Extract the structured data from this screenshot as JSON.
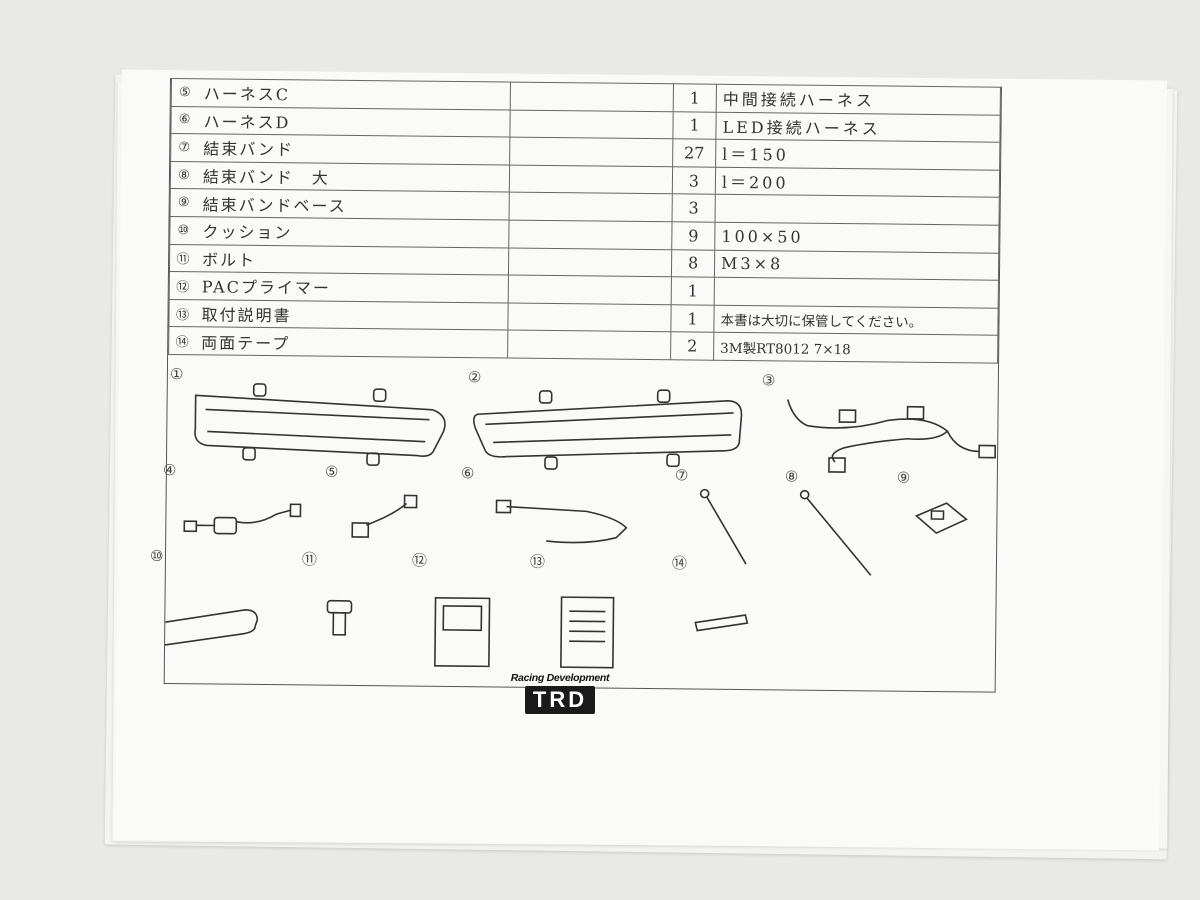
{
  "parts_table": {
    "rows": [
      {
        "no": "⑤",
        "name": "ハーネスC",
        "qty": "1",
        "note": "中間接続ハーネス"
      },
      {
        "no": "⑥",
        "name": "ハーネスD",
        "qty": "1",
        "note": "LED接続ハーネス"
      },
      {
        "no": "⑦",
        "name": "結束バンド",
        "qty": "27",
        "note": "l＝150"
      },
      {
        "no": "⑧",
        "name": "結束バンド　大",
        "qty": "3",
        "note": "l＝200"
      },
      {
        "no": "⑨",
        "name": "結束バンドベース",
        "qty": "3",
        "note": ""
      },
      {
        "no": "⑩",
        "name": "クッション",
        "qty": "9",
        "note": "100×50"
      },
      {
        "no": "⑪",
        "name": "ボルト",
        "qty": "8",
        "note": "M3×8"
      },
      {
        "no": "⑫",
        "name": "PACプライマー",
        "qty": "1",
        "note": ""
      },
      {
        "no": "⑬",
        "name": "取付説明書",
        "qty": "1",
        "note": "本書は大切に保管してください。"
      },
      {
        "no": "⑭",
        "name": "両面テープ",
        "qty": "2",
        "note": "3M製RT8012 7×18"
      }
    ]
  },
  "illustration_numbers": [
    "①",
    "②",
    "③",
    "④",
    "⑤",
    "⑥",
    "⑦",
    "⑧",
    "⑨",
    "⑩",
    "⑪",
    "⑫",
    "⑬",
    "⑭"
  ],
  "logo": {
    "tagline": "Racing Development",
    "mark": "TRD"
  }
}
